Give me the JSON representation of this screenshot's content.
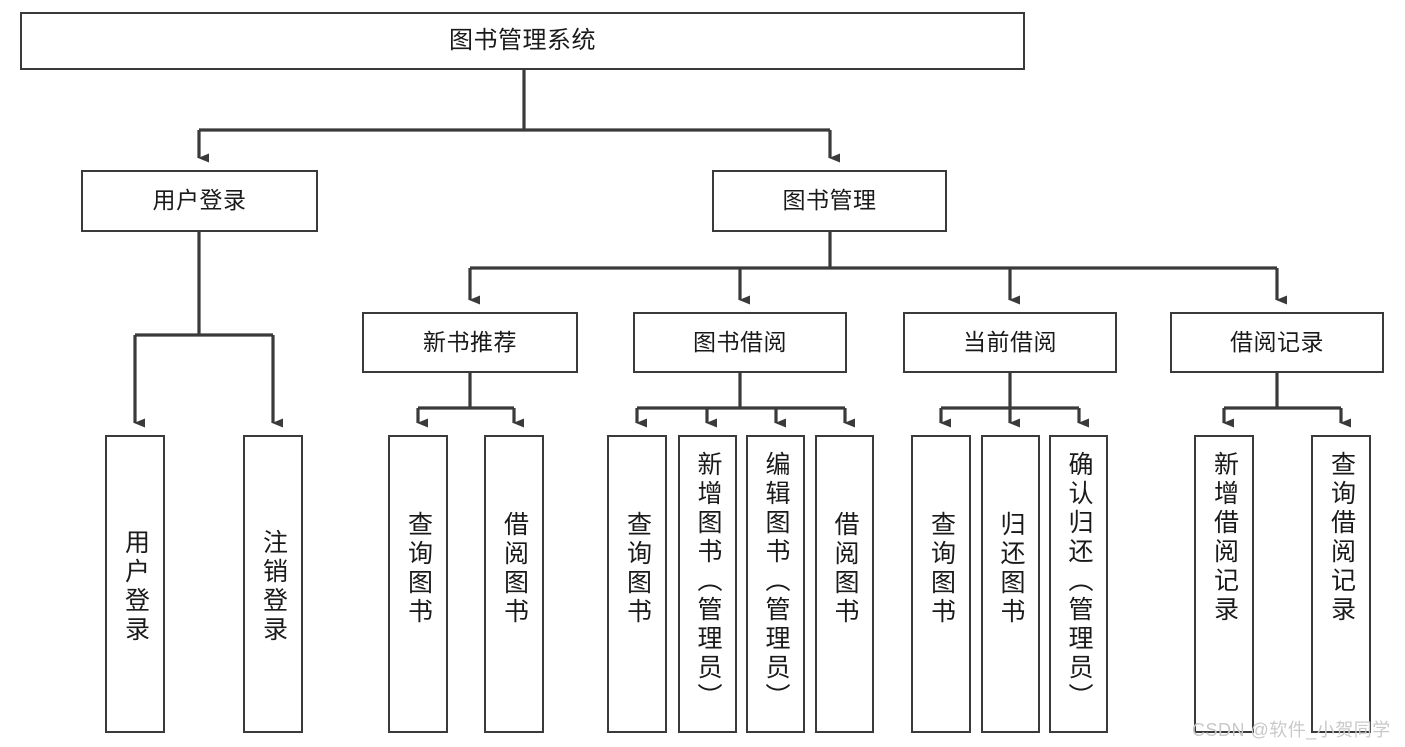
{
  "diagram": {
    "title": "图书管理系统",
    "type": "hierarchy-tree",
    "orientation": "top-down",
    "colors": {
      "box_border": "#3a3a3a",
      "box_fill": "#ffffff",
      "edge": "#3a3a3a",
      "text": "#1a1a1a",
      "watermark": "#c9c9c9"
    }
  },
  "nodes": {
    "root": {
      "label": "图书管理系统",
      "level": 1
    },
    "level2": [
      {
        "id": "user-login",
        "label": "用户登录"
      },
      {
        "id": "book-management",
        "label": "图书管理"
      }
    ],
    "level3": [
      {
        "id": "new-book-recommend",
        "label": "新书推荐"
      },
      {
        "id": "book-borrow",
        "label": "图书借阅"
      },
      {
        "id": "current-borrow",
        "label": "当前借阅"
      },
      {
        "id": "borrow-records",
        "label": "借阅记录"
      }
    ],
    "leaves": {
      "user-login": [
        {
          "id": "leaf-user-login",
          "label": "用户登录"
        },
        {
          "id": "leaf-logout",
          "label": "注销登录"
        }
      ],
      "new-book-recommend": [
        {
          "id": "leaf-query-books-1",
          "label": "查询图书"
        },
        {
          "id": "leaf-borrow-books-1",
          "label": "借阅图书"
        }
      ],
      "book-borrow": [
        {
          "id": "leaf-query-books-2",
          "label": "查询图书"
        },
        {
          "id": "leaf-add-book",
          "label": "新增图书（管理员）"
        },
        {
          "id": "leaf-edit-book",
          "label": "编辑图书（管理员）"
        },
        {
          "id": "leaf-borrow-books-2",
          "label": "借阅图书"
        }
      ],
      "current-borrow": [
        {
          "id": "leaf-query-books-3",
          "label": "查询图书"
        },
        {
          "id": "leaf-return-books",
          "label": "归还图书"
        },
        {
          "id": "leaf-confirm-return",
          "label": "确认归还（管理员）"
        }
      ],
      "borrow-records": [
        {
          "id": "leaf-add-record",
          "label": "新增借阅记录"
        },
        {
          "id": "leaf-query-record",
          "label": "查询借阅记录"
        }
      ]
    }
  },
  "watermark": {
    "text": "CSDN @软件_小贺同学"
  }
}
